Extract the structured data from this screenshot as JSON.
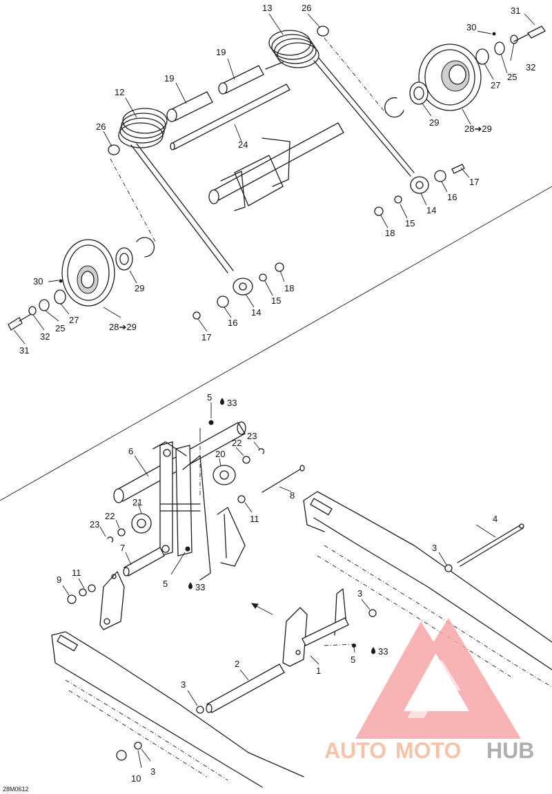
{
  "drawing_code": "28M0612",
  "callouts_top": [
    {
      "id": "c13",
      "text": "13"
    },
    {
      "id": "c26a",
      "text": "26"
    },
    {
      "id": "c31a",
      "text": "31"
    },
    {
      "id": "c30a",
      "text": "30"
    },
    {
      "id": "c19a",
      "text": "19"
    },
    {
      "id": "c19b",
      "text": "19"
    },
    {
      "id": "c12",
      "text": "12"
    },
    {
      "id": "c26b",
      "text": "26"
    },
    {
      "id": "c24",
      "text": "24"
    },
    {
      "id": "c32a",
      "text": "32"
    },
    {
      "id": "c25a",
      "text": "25"
    },
    {
      "id": "c27a",
      "text": "27"
    },
    {
      "id": "c29a",
      "text": "29"
    },
    {
      "id": "c2829a",
      "text": "28➔29"
    },
    {
      "id": "c17a",
      "text": "17"
    },
    {
      "id": "c16a",
      "text": "16"
    },
    {
      "id": "c14a",
      "text": "14"
    },
    {
      "id": "c15a",
      "text": "15"
    },
    {
      "id": "c18a",
      "text": "18"
    },
    {
      "id": "c30b",
      "text": "30"
    },
    {
      "id": "c29b",
      "text": "29"
    },
    {
      "id": "c18b",
      "text": "18"
    },
    {
      "id": "c15b",
      "text": "15"
    },
    {
      "id": "c14b",
      "text": "14"
    },
    {
      "id": "c27b",
      "text": "27"
    },
    {
      "id": "c25b",
      "text": "25"
    },
    {
      "id": "c32b",
      "text": "32"
    },
    {
      "id": "c2829b",
      "text": "28➔29"
    },
    {
      "id": "c16b",
      "text": "16"
    },
    {
      "id": "c17b",
      "text": "17"
    },
    {
      "id": "c31b",
      "text": "31"
    }
  ],
  "callouts_bottom": [
    {
      "id": "d5a",
      "text": "5"
    },
    {
      "id": "d33a",
      "text": "33"
    },
    {
      "id": "d6",
      "text": "6"
    },
    {
      "id": "d22a",
      "text": "22"
    },
    {
      "id": "d23a",
      "text": "23"
    },
    {
      "id": "d20",
      "text": "20"
    },
    {
      "id": "d8",
      "text": "8"
    },
    {
      "id": "d21",
      "text": "21"
    },
    {
      "id": "d22b",
      "text": "22"
    },
    {
      "id": "d23b",
      "text": "23"
    },
    {
      "id": "d11a",
      "text": "11"
    },
    {
      "id": "d4",
      "text": "4"
    },
    {
      "id": "d7",
      "text": "7"
    },
    {
      "id": "d3a",
      "text": "3"
    },
    {
      "id": "d11b",
      "text": "11"
    },
    {
      "id": "d9",
      "text": "9"
    },
    {
      "id": "d5b",
      "text": "5"
    },
    {
      "id": "d33b",
      "text": "33"
    },
    {
      "id": "d3b",
      "text": "3"
    },
    {
      "id": "d1",
      "text": "1"
    },
    {
      "id": "d5c",
      "text": "5"
    },
    {
      "id": "d33c",
      "text": "33"
    },
    {
      "id": "d2",
      "text": "2"
    },
    {
      "id": "d3c",
      "text": "3"
    },
    {
      "id": "d10",
      "text": "10"
    },
    {
      "id": "d3d",
      "text": "3"
    }
  ],
  "watermark": {
    "text_auto": "AUTO",
    "text_moto": "MOTO",
    "text_hub": "HUB",
    "color_auto": "#f5b89a",
    "color_moto": "#f5b89a",
    "color_hub": "#a0a0a0",
    "logo_color": "#f7a8a8"
  }
}
